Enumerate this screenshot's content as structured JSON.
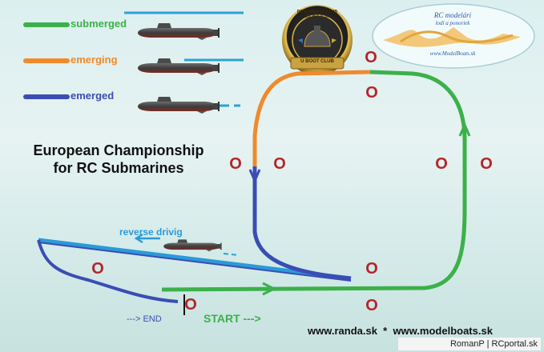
{
  "legend": [
    {
      "label": "submerged",
      "color": "#3cb04a"
    },
    {
      "label": "emerging",
      "color": "#f08a2c"
    },
    {
      "label": "emerged",
      "color": "#3b4db3"
    }
  ],
  "title_line1": "European Championship",
  "title_line2": "for RC Submarines",
  "logo_club": {
    "ring_text": "PONORKOVÝ KLUB ŽILINA S.C.",
    "ribbon": "U BOOT CLUB"
  },
  "logo_modelari": {
    "line1": "RC modelári",
    "line2": "lodí a ponoriek",
    "url": "www.ModelBoats.sk"
  },
  "buoy_mark": "O",
  "reverse_label": "reverse drivig",
  "end_label": "---> END",
  "start_label": "START --->",
  "footer_sites": "www.randa.sk  *  www.modelboats.sk",
  "footer_credit": "RomanP | RCportal.sk",
  "colors": {
    "submerged": "#3cb04a",
    "emerging": "#f08a2c",
    "emerged": "#3b4db3",
    "buoy": "#b3252b",
    "reverse": "#2a9ad8"
  }
}
